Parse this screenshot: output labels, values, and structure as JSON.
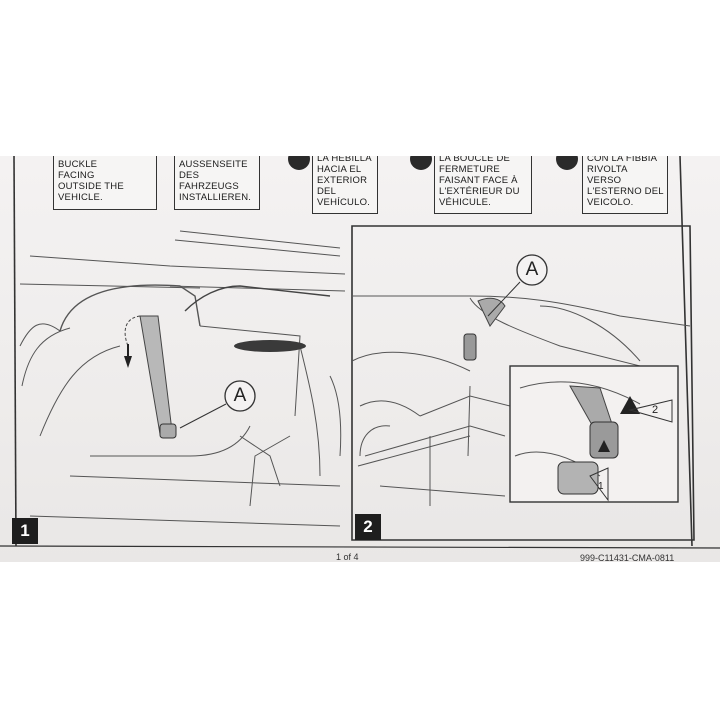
{
  "captions": {
    "english": [
      "BUCKLE",
      "FACING",
      "OUTSIDE THE",
      "VEHICLE."
    ],
    "german": [
      "AUSSENSEITE",
      "DES",
      "FAHRZEUGS",
      "INSTALLIEREN."
    ],
    "spanish": [
      "LA HEBILLA",
      "HACIA EL",
      "EXTERIOR",
      "DEL",
      "VEHÍCULO."
    ],
    "french": [
      "LA BOUCLE DE",
      "FERMETURE",
      "FAISANT FACE À",
      "L'EXTÉRIEUR DU",
      "VÉHICULE."
    ],
    "italian": [
      "CON LA FIBBIA",
      "RIVOLTA",
      "VERSO",
      "L'ESTERNO DEL",
      "VEICOLO."
    ]
  },
  "panel1": {
    "number": "1",
    "callout": "A"
  },
  "panel2": {
    "number": "2",
    "callout": "A",
    "inset_label_1": "1",
    "inset_label_2": "2"
  },
  "footer": {
    "left": "1 of 4",
    "right": "999-C11431-CMA-0811"
  }
}
